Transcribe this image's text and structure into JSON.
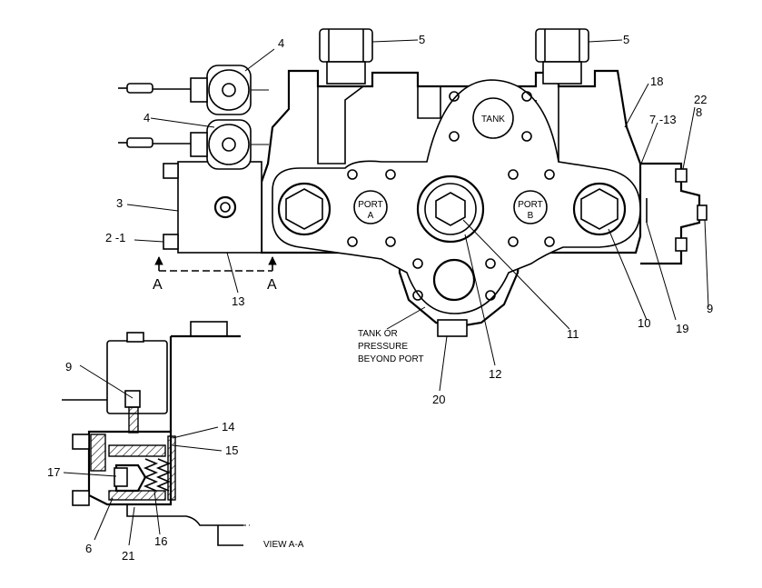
{
  "callouts": {
    "c4a": "4",
    "c4b": "4",
    "c5a": "5",
    "c5b": "5",
    "c18": "18",
    "c22": "22",
    "c8": "8",
    "c7_13": "7 -13",
    "c3": "3",
    "c2_1": "2 -1",
    "c13": "13",
    "c9a": "9",
    "c19": "19",
    "c10": "10",
    "c11": "11",
    "c12": "12",
    "c20": "20",
    "c9b": "9",
    "c14": "14",
    "c15": "15",
    "c17": "17",
    "c6": "6",
    "c21": "21",
    "c16": "16"
  },
  "labels": {
    "tank": "TANK",
    "portA_1": "PORT",
    "portA_2": "A",
    "portB_1": "PORT",
    "portB_2": "B",
    "note_1": "TANK OR",
    "note_2": "PRESSURE",
    "note_3": "BEYOND PORT",
    "sectionA_left": "A",
    "sectionA_right": "A",
    "view": "VIEW  A-A"
  }
}
